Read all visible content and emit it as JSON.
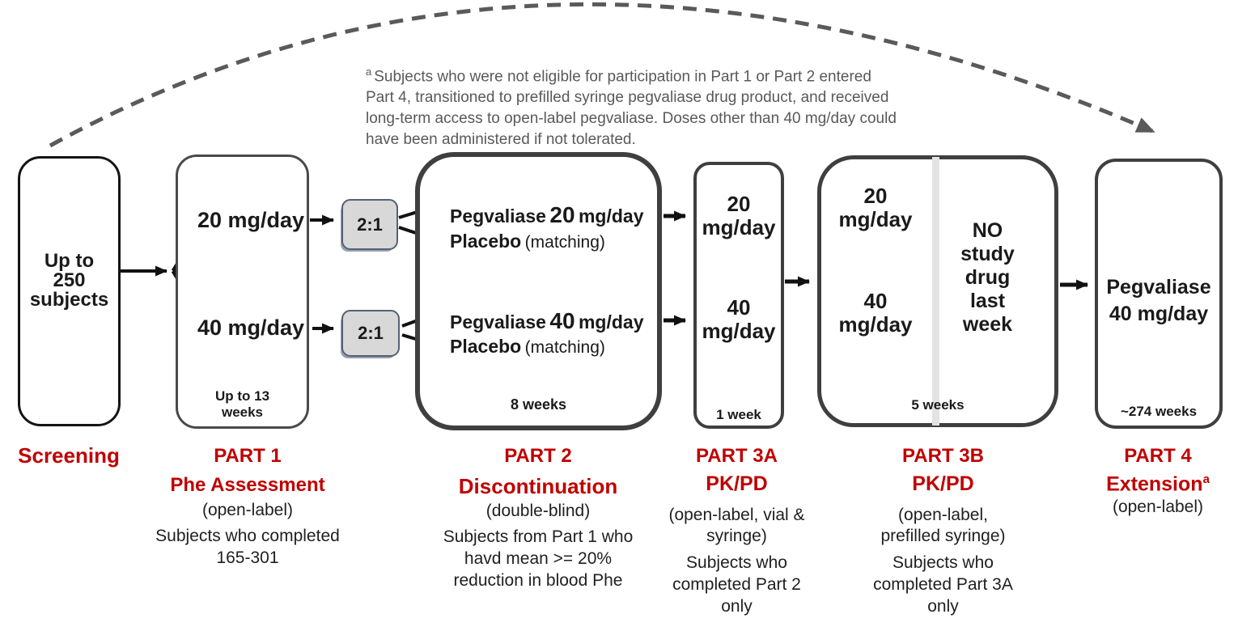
{
  "colors": {
    "part_label_red": "#c00000",
    "box_border_gray": "#3f3f3f",
    "footnote_gray": "#595959",
    "ratio_fill_gray": "#d8d8d8"
  },
  "footnote": {
    "marker": "a",
    "text": "Subjects who were not eligible for participation in  Part 1 or Part 2 entered\nPart 4, transitioned to prefilled syringe pegvaliase drug product, and received\nlong-term access to open-label pegvaliase. Doses other than 40 mg/day could\nhave been administered if not tolerated."
  },
  "screening": {
    "box_text": "Up to\n250\nsubjects",
    "label": "Screening"
  },
  "part1": {
    "dose_top": "20 mg/day",
    "dose_bottom": "40 mg/day",
    "duration": "Up to 13\nweeks",
    "label": "PART 1",
    "title": "Phe Assessment",
    "design": "(open-label)",
    "description": "Subjects who completed\n165-301"
  },
  "randomization": {
    "top_ratio": "2:1",
    "bottom_ratio": "2:1"
  },
  "part2": {
    "arms": [
      {
        "drug": "Pegvaliase",
        "dose_number": "20",
        "dose_unit": "mg/day",
        "placebo": "Placebo",
        "placebo_note": "(matching)"
      },
      {
        "drug": "Pegvaliase",
        "dose_number": "40",
        "dose_unit": "mg/day",
        "placebo": "Placebo",
        "placebo_note": "(matching)"
      }
    ],
    "duration": "8 weeks",
    "label": "PART 2",
    "title": "Discontinuation",
    "design": "(double-blind)",
    "description": "Subjects from Part 1 who\nhavd mean >= 20%\nreduction in blood Phe"
  },
  "part3a": {
    "dose_top": "20\nmg/day",
    "dose_bottom": "40\nmg/day",
    "duration": "1 week",
    "label": "PART 3A",
    "title": "PK/PD",
    "design": "(open-label, vial &\nsyringe)",
    "description": "Subjects who\ncompleted Part 2\nonly"
  },
  "part3b": {
    "dose_top": "20\nmg/day",
    "dose_bottom": "40\nmg/day",
    "no_drug_text": "NO\nstudy\ndrug\nlast\nweek",
    "duration": "5 weeks",
    "label": "PART 3B",
    "title": "PK/PD",
    "design": "(open-label,\nprefilled syringe)",
    "description": "Subjects who\ncompleted Part 3A\nonly"
  },
  "part4": {
    "box_text": "Pegvaliase\n40 mg/day",
    "duration": "~274 weeks",
    "label": "PART 4",
    "title": "Extension",
    "title_superscript": "a",
    "design": "(open-label)"
  }
}
